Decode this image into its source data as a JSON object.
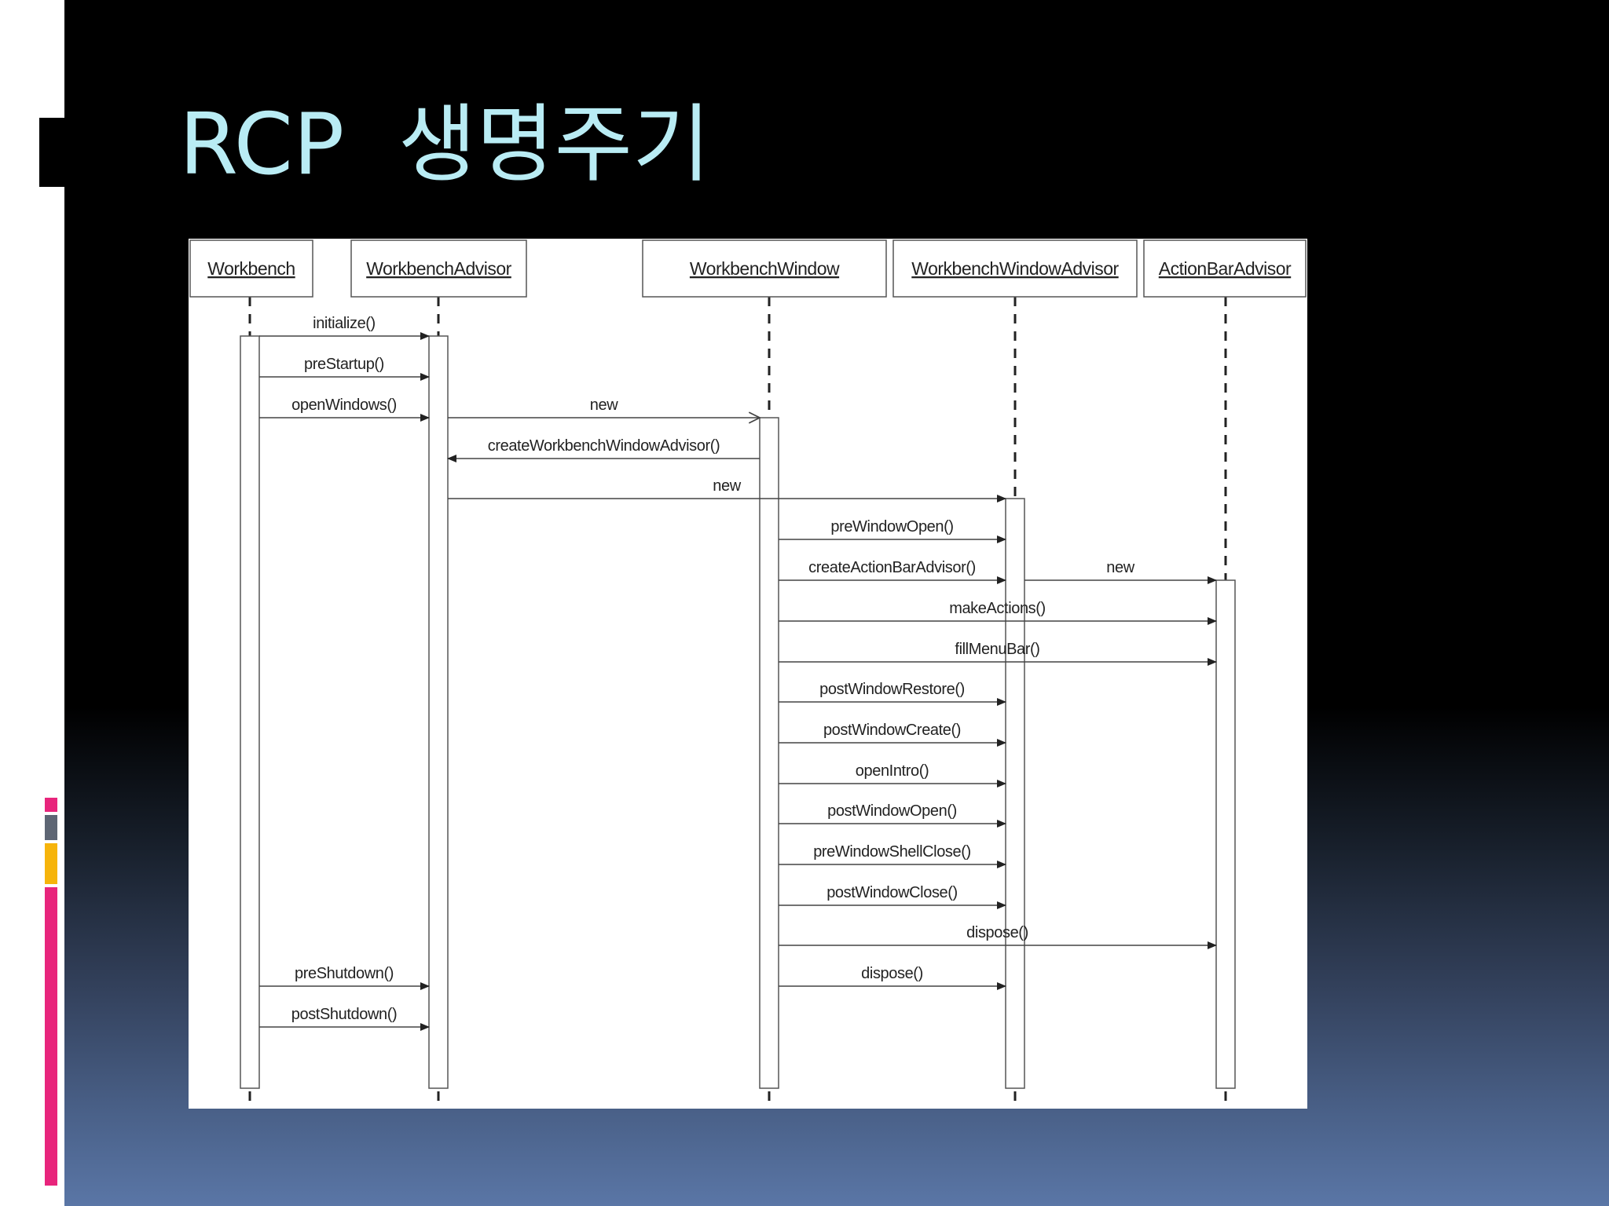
{
  "slide": {
    "title": "RCP  생명주기"
  },
  "colors": {
    "title": "#b9ecf4",
    "accent_pink": "#e8257c",
    "accent_gray": "#5e6674",
    "accent_yellow": "#f6b40b"
  },
  "diagram": {
    "participants": [
      {
        "id": "workbench",
        "name": "Workbench"
      },
      {
        "id": "workbench_advisor",
        "name": "WorkbenchAdvisor"
      },
      {
        "id": "workbench_window",
        "name": "WorkbenchWindow"
      },
      {
        "id": "workbench_window_advisor",
        "name": "WorkbenchWindowAdvisor"
      },
      {
        "id": "action_bar_advisor",
        "name": "ActionBarAdvisor"
      }
    ],
    "messages": [
      {
        "from": "workbench",
        "to": "workbench_advisor",
        "label": "initialize()"
      },
      {
        "from": "workbench",
        "to": "workbench_advisor",
        "label": "preStartup()"
      },
      {
        "from": "workbench",
        "to": "workbench_advisor",
        "label": "openWindows()"
      },
      {
        "from": "workbench_advisor",
        "to": "workbench_window",
        "label": "new",
        "style": "open"
      },
      {
        "from": "workbench_window",
        "to": "workbench_advisor",
        "label": "createWorkbenchWindowAdvisor()"
      },
      {
        "from": "workbench_advisor",
        "to": "workbench_window_advisor",
        "label": "new"
      },
      {
        "from": "workbench_window",
        "to": "workbench_window_advisor",
        "label": "preWindowOpen()"
      },
      {
        "from": "workbench_window",
        "to": "workbench_window_advisor",
        "label": "createActionBarAdvisor()"
      },
      {
        "from": "workbench_window_advisor",
        "to": "action_bar_advisor",
        "label": "new"
      },
      {
        "from": "workbench_window",
        "to": "action_bar_advisor",
        "label": "makeActions()"
      },
      {
        "from": "workbench_window",
        "to": "action_bar_advisor",
        "label": "fillMenuBar()"
      },
      {
        "from": "workbench_window",
        "to": "workbench_window_advisor",
        "label": "postWindowRestore()"
      },
      {
        "from": "workbench_window",
        "to": "workbench_window_advisor",
        "label": "postWindowCreate()"
      },
      {
        "from": "workbench_window",
        "to": "workbench_window_advisor",
        "label": "openIntro()"
      },
      {
        "from": "workbench_window",
        "to": "workbench_window_advisor",
        "label": "postWindowOpen()"
      },
      {
        "from": "workbench_window",
        "to": "workbench_window_advisor",
        "label": "preWindowShellClose()"
      },
      {
        "from": "workbench_window",
        "to": "workbench_window_advisor",
        "label": "postWindowClose()"
      },
      {
        "from": "workbench_window",
        "to": "action_bar_advisor",
        "label": "dispose()"
      },
      {
        "from": "workbench_window",
        "to": "workbench_window_advisor",
        "label": "dispose()"
      },
      {
        "from": "workbench",
        "to": "workbench_advisor",
        "label": "preShutdown()"
      },
      {
        "from": "workbench",
        "to": "workbench_advisor",
        "label": "postShutdown()"
      }
    ]
  }
}
